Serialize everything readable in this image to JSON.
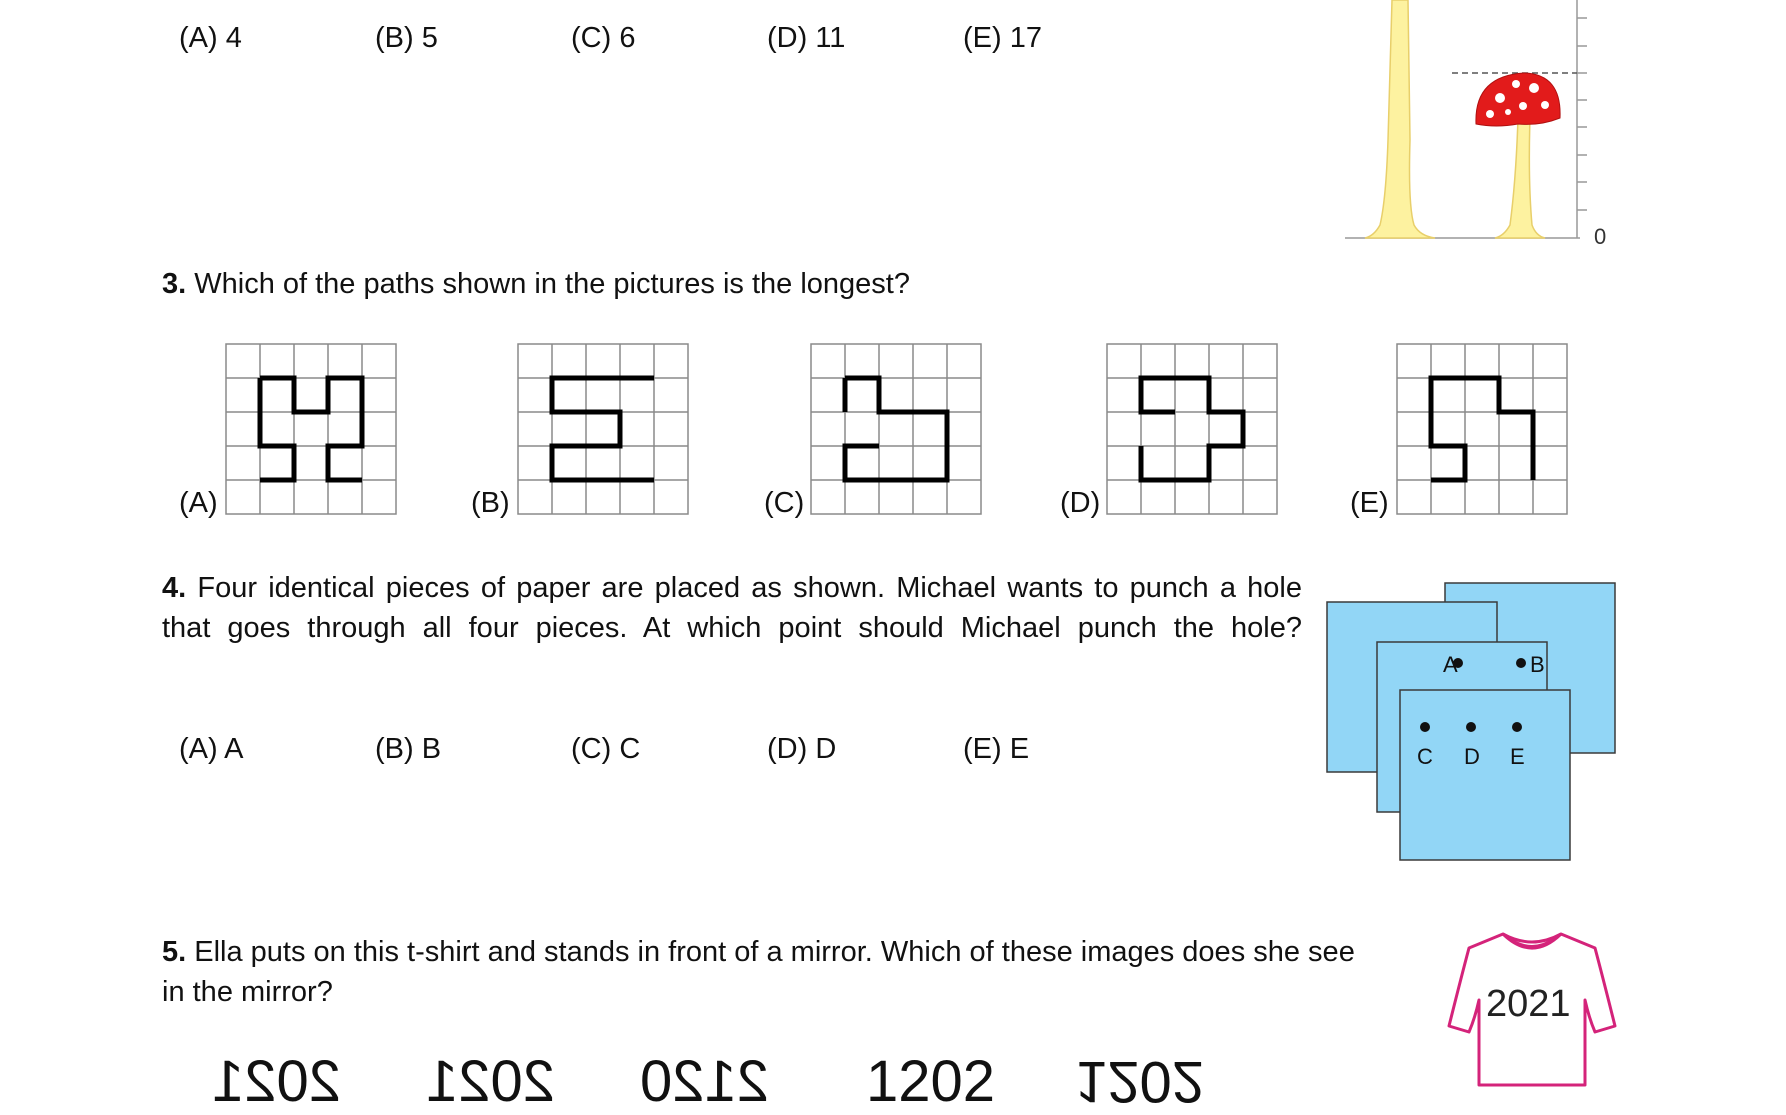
{
  "q2": {
    "options": [
      "(A) 4",
      "(B) 5",
      "(C) 6",
      "(D) 11",
      "(E) 17"
    ],
    "ruler_zero": "0"
  },
  "q3": {
    "number": "3.",
    "text": "Which of the paths shown in the pictures is the longest?",
    "options": [
      "(A)",
      "(B)",
      "(C)",
      "(D)",
      "(E)"
    ]
  },
  "q4": {
    "number": "4.",
    "text_line1": "Four identical pieces of paper are placed as shown. Michael wants to punch a hole",
    "text_line2": "that goes through all four pieces. At which point should Michael punch the hole?",
    "options": [
      "(A) A",
      "(B) B",
      "(C) C",
      "(D) D",
      "(E) E"
    ],
    "points": [
      "A",
      "B",
      "C",
      "D",
      "E"
    ],
    "colors": {
      "paper": "#92d6f6",
      "edge": "#3a3a3a"
    }
  },
  "q5": {
    "number": "5.",
    "text_line1": "Ella puts on this t-shirt and stands in front of a mirror. Which of these images does she see",
    "text_line2": "in the mirror?",
    "tshirt_text": "2021",
    "colors": {
      "tshirt": "#d4237a"
    },
    "mirror_options": [
      "2021",
      "2021",
      "2120",
      "1202",
      "1202"
    ]
  }
}
